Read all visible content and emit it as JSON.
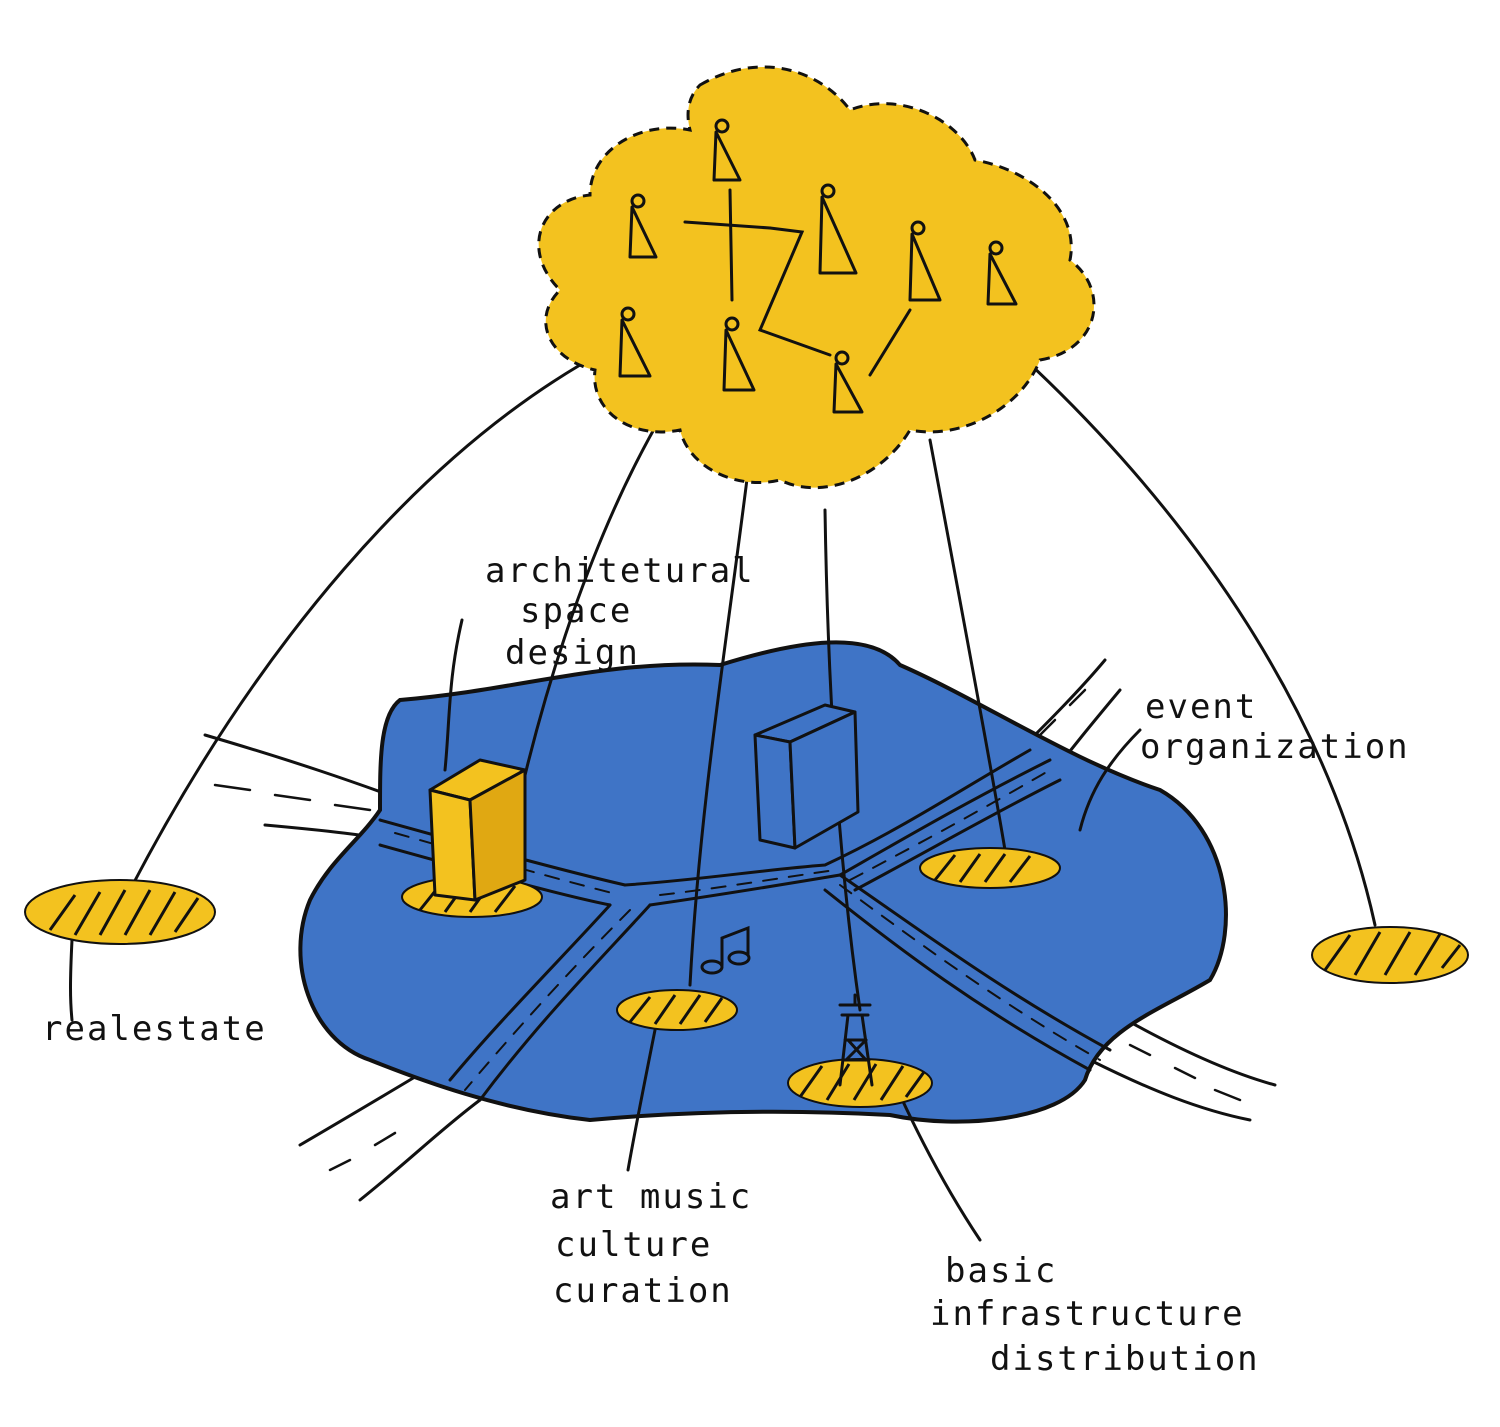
{
  "colors": {
    "cloud": "#F3C21F",
    "city": "#3F74C6",
    "plots": "#F3C21F",
    "ink": "#111111",
    "background": "#FFFFFF"
  },
  "icons": [
    "people-icon",
    "building-icon",
    "music-note-icon",
    "tower-icon"
  ],
  "labels": {
    "architectural": [
      "architetural",
      "space",
      "design"
    ],
    "event": [
      "event",
      "organization"
    ],
    "realestate": [
      "realestate"
    ],
    "art": [
      "art music",
      "culture",
      "curation"
    ],
    "infra": [
      "basic",
      "infrastructure",
      "distribution"
    ]
  }
}
